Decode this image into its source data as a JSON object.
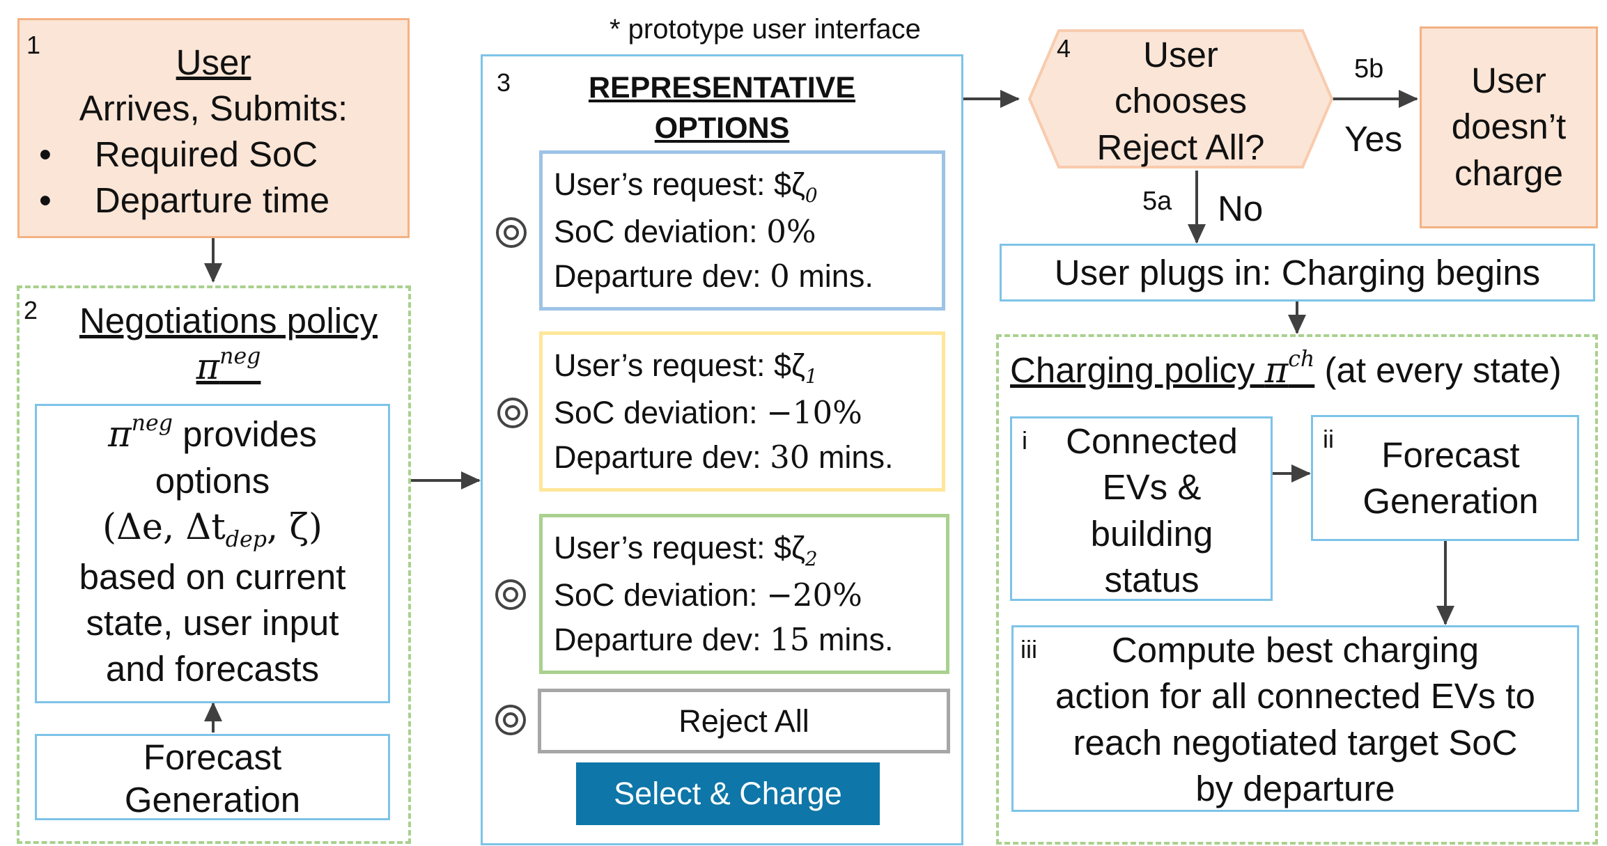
{
  "note": "* prototype user interface",
  "user_box": {
    "number": "1",
    "title": "User",
    "subtitle": "Arrives, Submits:",
    "bullets": [
      "Required SoC",
      "Departure time"
    ]
  },
  "negotiation": {
    "number": "2",
    "title": "Negotiations policy",
    "pi": "π",
    "pi_sup": "neg",
    "desc_line1_sup": "neg",
    "desc_line1_rest": "provides",
    "desc_line2": "options",
    "tuple": "(Δe, Δt",
    "tuple_sub": "dep",
    "tuple_end": ", ζ)",
    "desc_rest": [
      "based on current",
      "state, user input",
      "and forecasts"
    ],
    "forecast": "Forecast Generation"
  },
  "options": {
    "number": "3",
    "title_line1": "REPRESENTATIVE",
    "title_line2": "OPTIONS",
    "items": [
      {
        "request": "User’s request: $ζ",
        "idx": "0",
        "soc": "SoC deviation: ",
        "soc_val": "0%",
        "dep": "Departure dev: ",
        "dep_val": "0",
        "dep_unit": " mins.",
        "color": "#9dc3e6"
      },
      {
        "request": "User’s request: $ζ",
        "idx": "1",
        "soc": "SoC deviation: ",
        "soc_val": "−10%",
        "dep": "Departure dev: ",
        "dep_val": "30",
        "dep_unit": " mins.",
        "color": "#ffe699"
      },
      {
        "request": "User’s request: $ζ",
        "idx": "2",
        "soc": "SoC deviation: ",
        "soc_val": "−20%",
        "dep": "Departure dev: ",
        "dep_val": "15",
        "dep_unit": " mins.",
        "color": "#a9d18e"
      }
    ],
    "reject_label": "Reject All",
    "select_label": "Select & Charge"
  },
  "decision": {
    "number": "4",
    "text": [
      "User",
      "chooses",
      "Reject All?"
    ],
    "yes_num": "5b",
    "yes_label": "Yes",
    "no_num": "5a",
    "no_label": "No"
  },
  "no_charge": {
    "text": [
      "User",
      "doesn’t",
      "charge"
    ]
  },
  "plug_in": {
    "text": "User plugs in: Charging begins"
  },
  "charging": {
    "title": "Charging policy ",
    "pi": "π",
    "pi_sup": "ch",
    "title_rest": " (at every state)",
    "box_i": {
      "num": "i",
      "text": [
        "Connected",
        "EVs &",
        "building",
        "status"
      ]
    },
    "box_ii": {
      "num": "ii",
      "text": [
        "Forecast",
        "Generation"
      ]
    },
    "box_iii": {
      "num": "iii",
      "text": [
        "Compute best charging",
        "action for all connected EVs to",
        "reach negotiated target SoC",
        "by departure"
      ]
    }
  },
  "colors": {
    "peach_fill": "#fbe5d6",
    "peach_border": "#f4b183",
    "green_dash": "#a9d18e",
    "blue_border": "#7dc3e8",
    "button": "#0e76a8"
  }
}
